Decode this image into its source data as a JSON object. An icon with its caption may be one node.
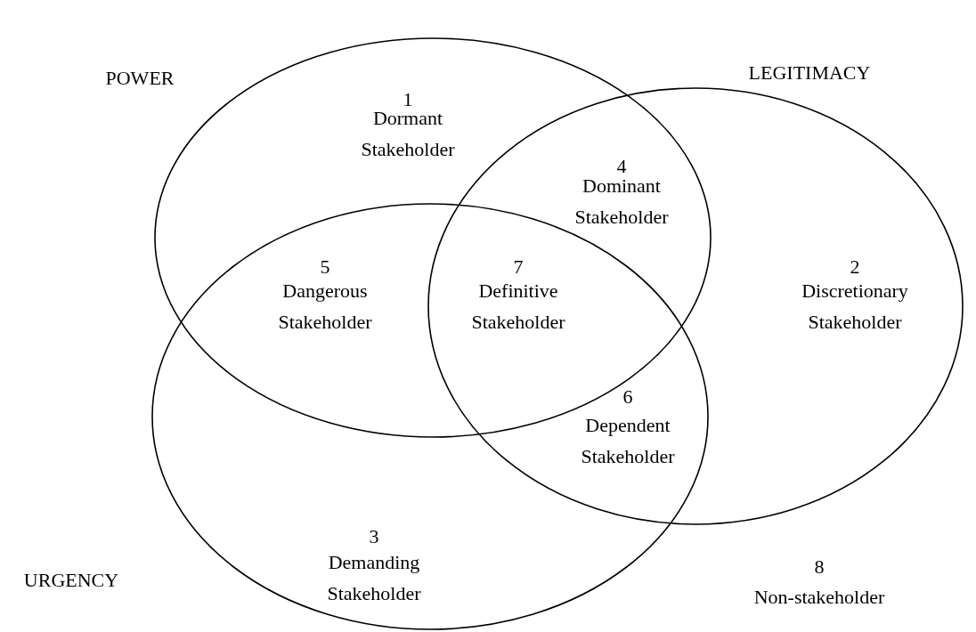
{
  "diagram": {
    "nodes": [
      {
        "text": [
          "POWER"
        ]
      },
      {
        "text": [
          "LEGITIMACY"
        ]
      },
      {
        "text": [
          "URGENCY"
        ]
      }
    ],
    "labels": [
      "1",
      "Dormant Stakeholder",
      "4",
      "Dominant Stakeholder",
      "5",
      "Dangerous Stakeholder",
      "7",
      "Definitive Stakeholder",
      "2",
      "Discretionary Stakeholder",
      "6",
      "Dependent Stakeholder",
      "3",
      "Demanding Stakeholder",
      "8",
      "Non-stakeholder"
    ]
  }
}
